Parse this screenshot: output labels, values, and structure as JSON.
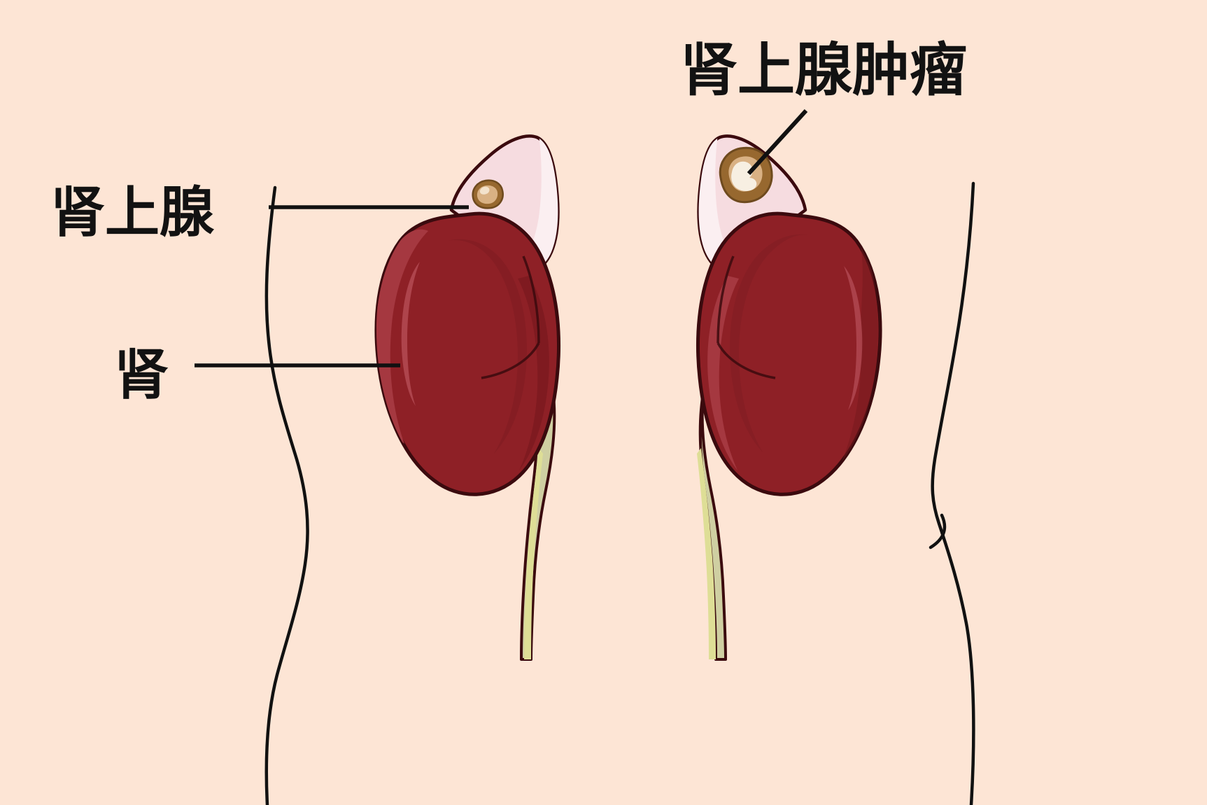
{
  "figure": {
    "title_text": "",
    "background_color": "#FDE5D5",
    "kind": "anatomical-illustration",
    "subject": "adrenal-glands-and-kidneys"
  },
  "labels": {
    "adrenal_gland": "肾上腺",
    "kidney": "肾",
    "adrenal_tumor": "肾上腺肿瘤"
  },
  "colors": {
    "background": "#FDE5D5",
    "kidney_fill": "#8E2026",
    "kidney_highlight": "#A53840",
    "kidney_shadow": "#74171C",
    "outline": "#3B0A0E",
    "adrenal_fill": "#F6DCE0",
    "adrenal_highlight": "#FBEFF1",
    "adrenal_shadow": "#E7C3CA",
    "tumor_ring": "#97682F",
    "tumor_core": "#D9B184",
    "tumor_light": "#F3E2CC",
    "ureter_fill": "#CFCFA2",
    "ureter_lower": "#DEDE96",
    "leader_line": "#111111",
    "body_outline": "#111111"
  },
  "structures": [
    {
      "id": "left-side",
      "organ": "kidney",
      "side": "left",
      "has_tumor": false,
      "adrenal_nodule": "small-flecked-nodule"
    },
    {
      "id": "right-side",
      "organ": "kidney",
      "side": "right",
      "has_tumor": true,
      "adrenal_nodule": "large-ringed-tumor"
    }
  ],
  "leader_lines": [
    {
      "name": "adrenal-gland-leader",
      "orientation": "horizontal",
      "from": "肾上腺",
      "to": "adrenal-gland-left"
    },
    {
      "name": "kidney-leader",
      "orientation": "horizontal",
      "from": "肾",
      "to": "kidney-left"
    },
    {
      "name": "adrenal-tumor-leader",
      "orientation": "diagonal",
      "from": "肾上腺肿瘤",
      "to": "tumor-right"
    }
  ]
}
